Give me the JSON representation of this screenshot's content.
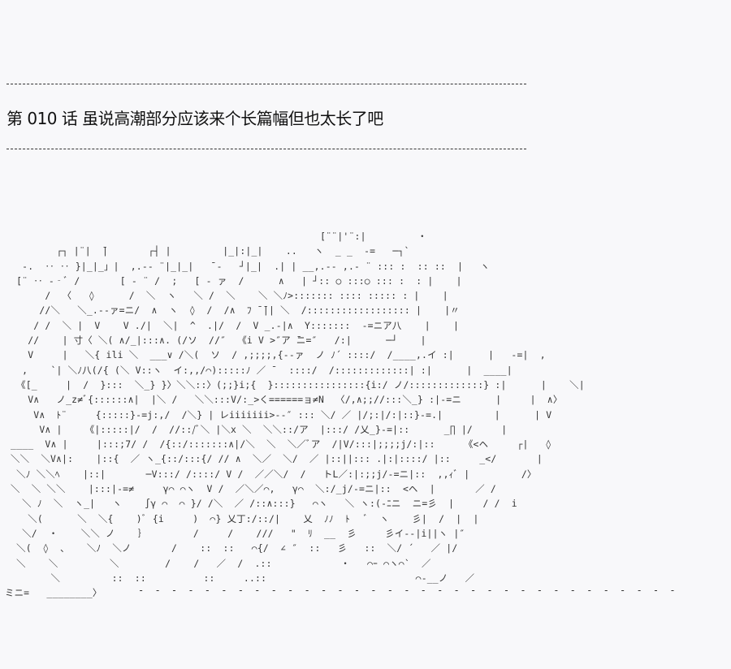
{
  "chapter": {
    "title": "第 010 话 虽说高潮部分应该来个长篇幅但也太长了吧"
  },
  "art": {
    "lines": [
      "                                                       [¨¨|'¨:|         ・",
      "         ┌┐ |¨|  ̄|       ┌┤ |         |_|:|_|    ..   ヽ  _ _  -=   ─┐`",
      "   -.  ‥ ‥ }|_|_」|  ,.-‐ ¨|_|_|   ̄ ‐   ┘|_|  .| | __,.-‐ ,.- ¨ ::: :  :: ::  |   ヽ",
      "  [¨ ‥ -‐ﾞ /       [ - ¨ /  ;   [ - ァ  /      ∧   | ┘:: ○ :::○ ::: :  : |    |",
      "       /  〈   ◊      /  ＼  ヽ   ＼ /  ＼    ＼ ＼ﾉ>::::::: :::: ::::: : |    |",
      "      //＼   ＼_.-‐ァ=ニ/  ∧  ヽ  ◊  /  /∧  ﾌ ̄ ̄|| ＼  /:::::::::::::::::: |    |〃",
      "     / /  ＼ |  V    V ./|  ＼|  ^  .|/  /  V _.-|∧  Y:::::::  -=ニア八    |    |",
      "    //    | 寸〈 ＼( ∧/_|:::∧. (/ソ  //″  《i V >″ア ̄ニ=″   /:|      ─┘    |",
      "    V     |   ＼{ ili ＼  ___∨ /＼(  ソ  / ,;;;;,{-‐ァ  ノ ﾉ´ ::::/  /____,.イ :|      |   -=|  ,",
      "   ,    `| ＼ﾉ八(/{ (＼ V::ヽ  イ:,,/⌒):::::ﾉ ／ ̄   ::::/  /:::::::::::::| :|      |  ____|",
      "  《[_     |  /  }:::  ＼_} }〉＼＼::〉(;;}i;{  }::::::::::::::::{i:/ ノ/:::::::::::::} :|      |    ＼|",
      "    V∧   ノ_z≠ﾞ{::::::∧|  |＼ /   ＼＼:::V/:_>く======ョ≠N  〈/,∧;;//:::＼_} :|-=ニ      |     |  ∧〉",
      "     V∧  ﾄ¨     {:::::}-=j:,/  /＼} | レiiiiiii>-‐″ ::: ＼/ ／ |/;:|/:|::}-=.|         |      | V",
      "      V∧ |    《|:::::|/  /  //::/ﾞ＼ |＼x ＼  ＼＼::/ア  |:::/ /乂_}-=|::      _∏ |/     |",
      " ____  V∧ |     |:::;7/ /  /{::/:::::::∧|/＼  ＼  ＼／ﾞア  /|V/:::|;;;;j/:|::     《<ヘ     ┌|   ◊",
      " ＼＼  ＼V∧|:    |::{  ／ ヽ_{::/:::{/ // ∧  ＼／  ＼/  ／ |::||::: .|:|::::/ |::     _</       |",
      "  ＼ﾉ ＼＼ﾍ    |::|       ─V:::/ /::::/ V /  ／／＼/  /   トL／:|:;;j/-=ニ|::  ,,ｨﾞ |         /〉",
      " ＼  ＼ ＼＼    |:::|-=≠     γ⌒ ⌒ヽ  V /  ／＼／⌒,   γ⌒  ＼:/_j/-=ニ|::  <ヘ  |       ／ /",
      "   ＼ ﾉ  ＼  ヽ_|   ヽ    ∫γ ⌒  ⌒ }/ /＼  ／ /::∧:::}   ⌒ヽ   ＼ ヽ:(-ﾆニ  ニ=彡  |     / /  i",
      "    ＼(      ＼  ＼{    )ﾞ {i     )  ⌒} 乂丁:/::/|    乂  ﾉﾉ  ﾄ   ﾞ  ヽ    彡|  /  |  |",
      "   ＼/  ・    ＼＼ ノ    ｝        /     /    ///   \"  ﾘ  __  彡     彡イ-‐|i||ヽ |″",
      "  ＼(  ◊  、   ＼ﾉ  ＼ノ       /    ::  ::   ⌒{/  ∠ ″  ::   彡   ::  ＼/ ´   ／ |/",
      "  ＼    ＼         ＼        /    /   ／  /  .::            ・   ⌒ｰ ⌒ヽ⌒`  ／",
      "        ＼         ::  ::          ::     ..::                          ⌒‐__ノ   ／",
      "ミニ=   ________〉"
    ],
    "footer_dashes": "- - - - - - - - - - - - - - - - - - - - - - - - - - - - - - - - -"
  }
}
